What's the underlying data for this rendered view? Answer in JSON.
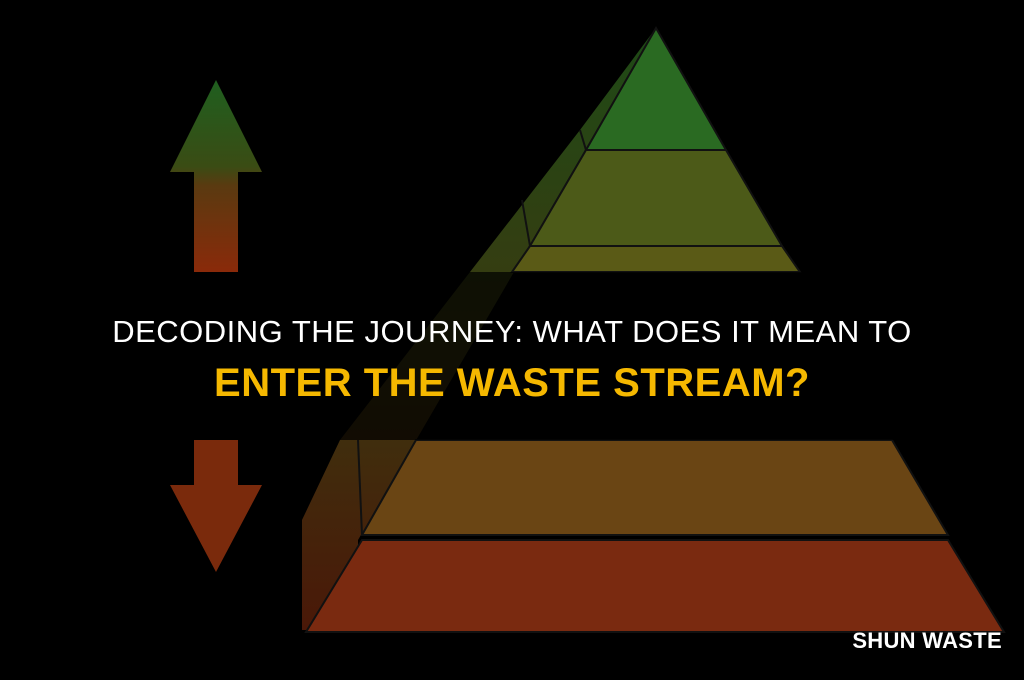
{
  "hero": {
    "illustration": "waste-hierarchy-pyramid",
    "icons": [
      "double-headed-arrow-icon",
      "pyramid-icon"
    ],
    "colors": {
      "background": "#000000",
      "arrow_top": "#1f5f1f",
      "arrow_bottom": "#8a2a0a",
      "tier_1": "#2a6a22",
      "tier_2": "#4c5a18",
      "tier_3": "#5a5a16",
      "tier_4": "#6a4514",
      "tier_5": "#7a2a10",
      "accent_title": "#f5b800"
    }
  },
  "title": {
    "line1": "DECODING THE JOURNEY: WHAT DOES IT MEAN TO",
    "line2": "ENTER THE WASTE STREAM?"
  },
  "watermark": {
    "label": "SHUN WASTE"
  }
}
